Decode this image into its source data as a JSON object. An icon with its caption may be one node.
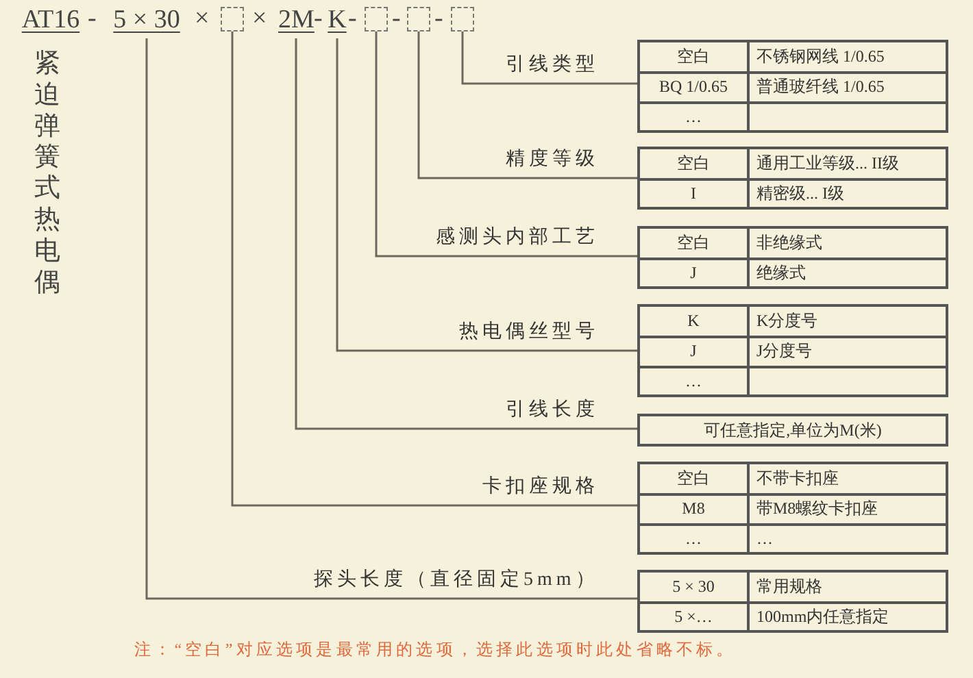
{
  "diagram": {
    "nodes": [
      {
        "text": [
          "AT16"
        ]
      },
      {
        "text": [
          "5 × 30"
        ]
      },
      {
        "text": [],
        "shape": "box"
      },
      {
        "text": [
          "2M"
        ]
      },
      {
        "text": [
          "K"
        ]
      },
      {
        "text": [],
        "shape": "box"
      },
      {
        "text": [],
        "shape": "box"
      },
      {
        "text": [],
        "shape": "box"
      },
      {
        "text": [
          "空白",
          "不锈钢网线 1/0.65",
          "BQ 1/0.65",
          "普通玻纤线 1/0.65",
          "…"
        ]
      },
      {
        "text": [
          "空白",
          "通用工业等级... II级",
          "I",
          "精密级... I级"
        ]
      },
      {
        "text": [
          "空白",
          "非绝缘式",
          "J",
          "绝缘式"
        ]
      },
      {
        "text": [
          "K",
          "K分度号",
          "J",
          "J分度号",
          "…"
        ]
      },
      {
        "text": [
          "可任意指定,单位为M(米)"
        ]
      },
      {
        "text": [
          "空白",
          "不带卡扣座",
          "M8",
          "带M8螺纹卡扣座",
          "…",
          "…"
        ]
      },
      {
        "text": [
          "5 × 30",
          "常用规格",
          "5 ×…",
          "100mm内任意指定"
        ]
      }
    ],
    "edges": [
      {
        "from": 7,
        "to": 8,
        "arrow": "none",
        "label": "引线类型"
      },
      {
        "from": 6,
        "to": 9,
        "arrow": "none",
        "label": "精度等级"
      },
      {
        "from": 5,
        "to": 10,
        "arrow": "none",
        "label": "感测头内部工艺"
      },
      {
        "from": 4,
        "to": 11,
        "arrow": "none",
        "label": "热电偶丝型号"
      },
      {
        "from": 3,
        "to": 12,
        "arrow": "none",
        "label": "引线长度"
      },
      {
        "from": 2,
        "to": 13,
        "arrow": "none",
        "label": "卡扣座规格"
      },
      {
        "from": 1,
        "to": 14,
        "arrow": "none",
        "label": "探头长度（直径固定5mm）"
      }
    ],
    "labels": [
      "-",
      "×",
      "×",
      "-",
      "-",
      "-",
      "-",
      "紧迫弹簧式热电偶",
      "注：“空白”对应选项是最常用的选项，选择此选项时此处省略不标。"
    ]
  }
}
